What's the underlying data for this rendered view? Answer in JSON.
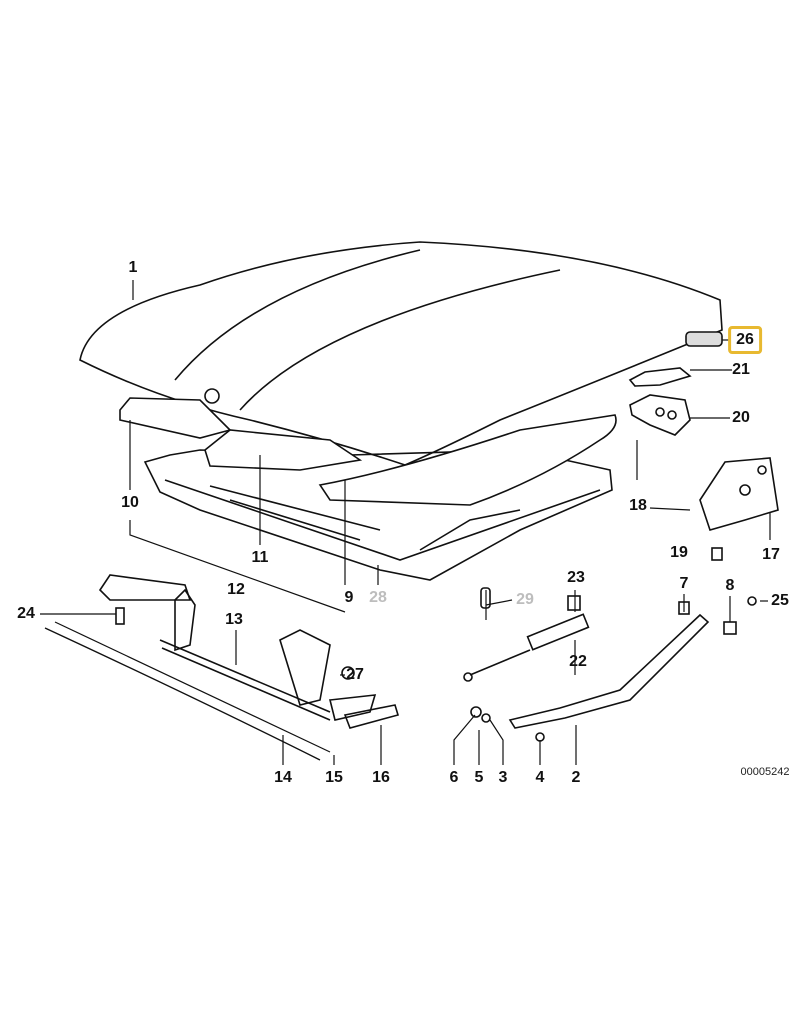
{
  "diagram": {
    "highlight_color": "#e8b930",
    "highlighted_part": "26",
    "drawing_code": "00005242",
    "callouts": {
      "p1": "1",
      "p2": "2",
      "p3": "3",
      "p4": "4",
      "p5": "5",
      "p6": "6",
      "p7": "7",
      "p8": "8",
      "p9": "9",
      "p10": "10",
      "p11": "11",
      "p12": "12",
      "p13": "13",
      "p14": "14",
      "p15": "15",
      "p16": "16",
      "p17": "17",
      "p18": "18",
      "p19": "19",
      "p20": "20",
      "p21": "21",
      "p22": "22",
      "p23": "23",
      "p24": "24",
      "p25": "25",
      "p26": "26",
      "p27": "27",
      "p28": "28",
      "p29": "29"
    },
    "greyed_parts": [
      "28",
      "29"
    ]
  }
}
